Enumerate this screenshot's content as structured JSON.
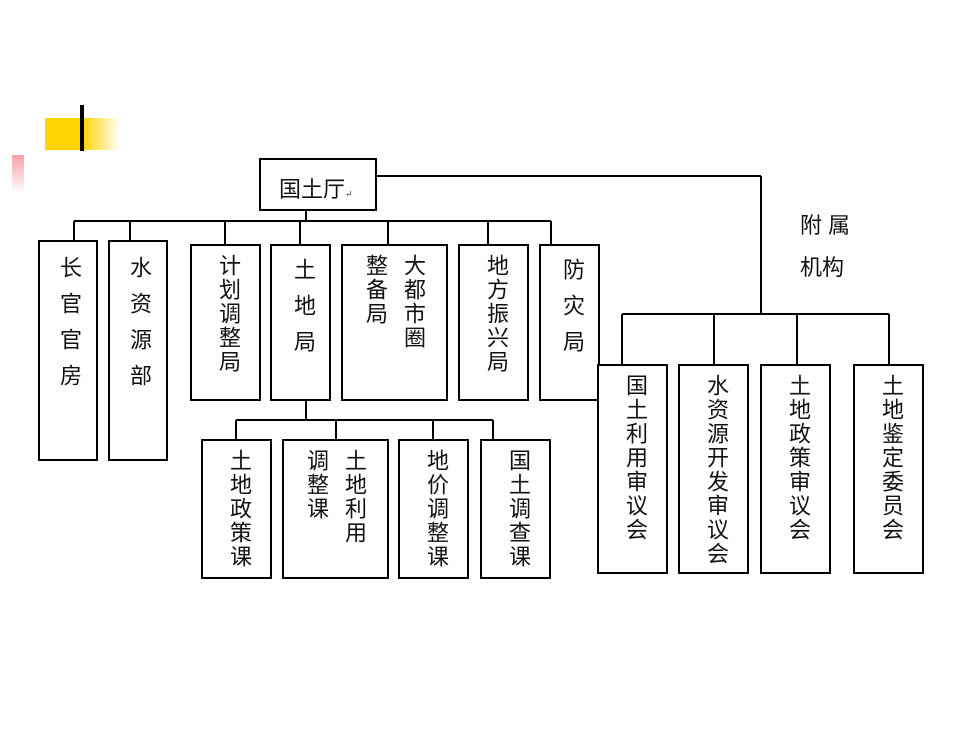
{
  "root": {
    "label": "国土厅"
  },
  "branches": [
    {
      "id": "chokan",
      "lines": [
        "长官官房"
      ]
    },
    {
      "id": "water",
      "lines": [
        "水资源部"
      ]
    },
    {
      "id": "plan",
      "lines": [
        "计划调整局"
      ]
    },
    {
      "id": "land",
      "lines": [
        "土地局"
      ]
    },
    {
      "id": "seibi",
      "lines": [
        "大都市圈",
        "整备局"
      ]
    },
    {
      "id": "chiho",
      "lines": [
        "地方振兴局"
      ]
    },
    {
      "id": "bosai",
      "lines": [
        "防灾局"
      ]
    }
  ],
  "land_sections": [
    {
      "id": "policy",
      "lines": [
        "土地政策课"
      ]
    },
    {
      "id": "use",
      "lines": [
        "土地利用",
        "调整课"
      ]
    },
    {
      "id": "price",
      "lines": [
        "地价调整课"
      ]
    },
    {
      "id": "survey",
      "lines": [
        "国土调查课"
      ]
    }
  ],
  "affiliated": {
    "label_lines": [
      "附属",
      "机构"
    ],
    "items": [
      {
        "id": "landuse-council",
        "lines": [
          "国土利用审议会"
        ]
      },
      {
        "id": "water-council",
        "lines": [
          "水资源开发审议会"
        ]
      },
      {
        "id": "policy-council",
        "lines": [
          "土地政策审议会"
        ]
      },
      {
        "id": "appraisal",
        "lines": [
          "土地鉴定委员会"
        ]
      }
    ]
  },
  "return_mark": "↵"
}
